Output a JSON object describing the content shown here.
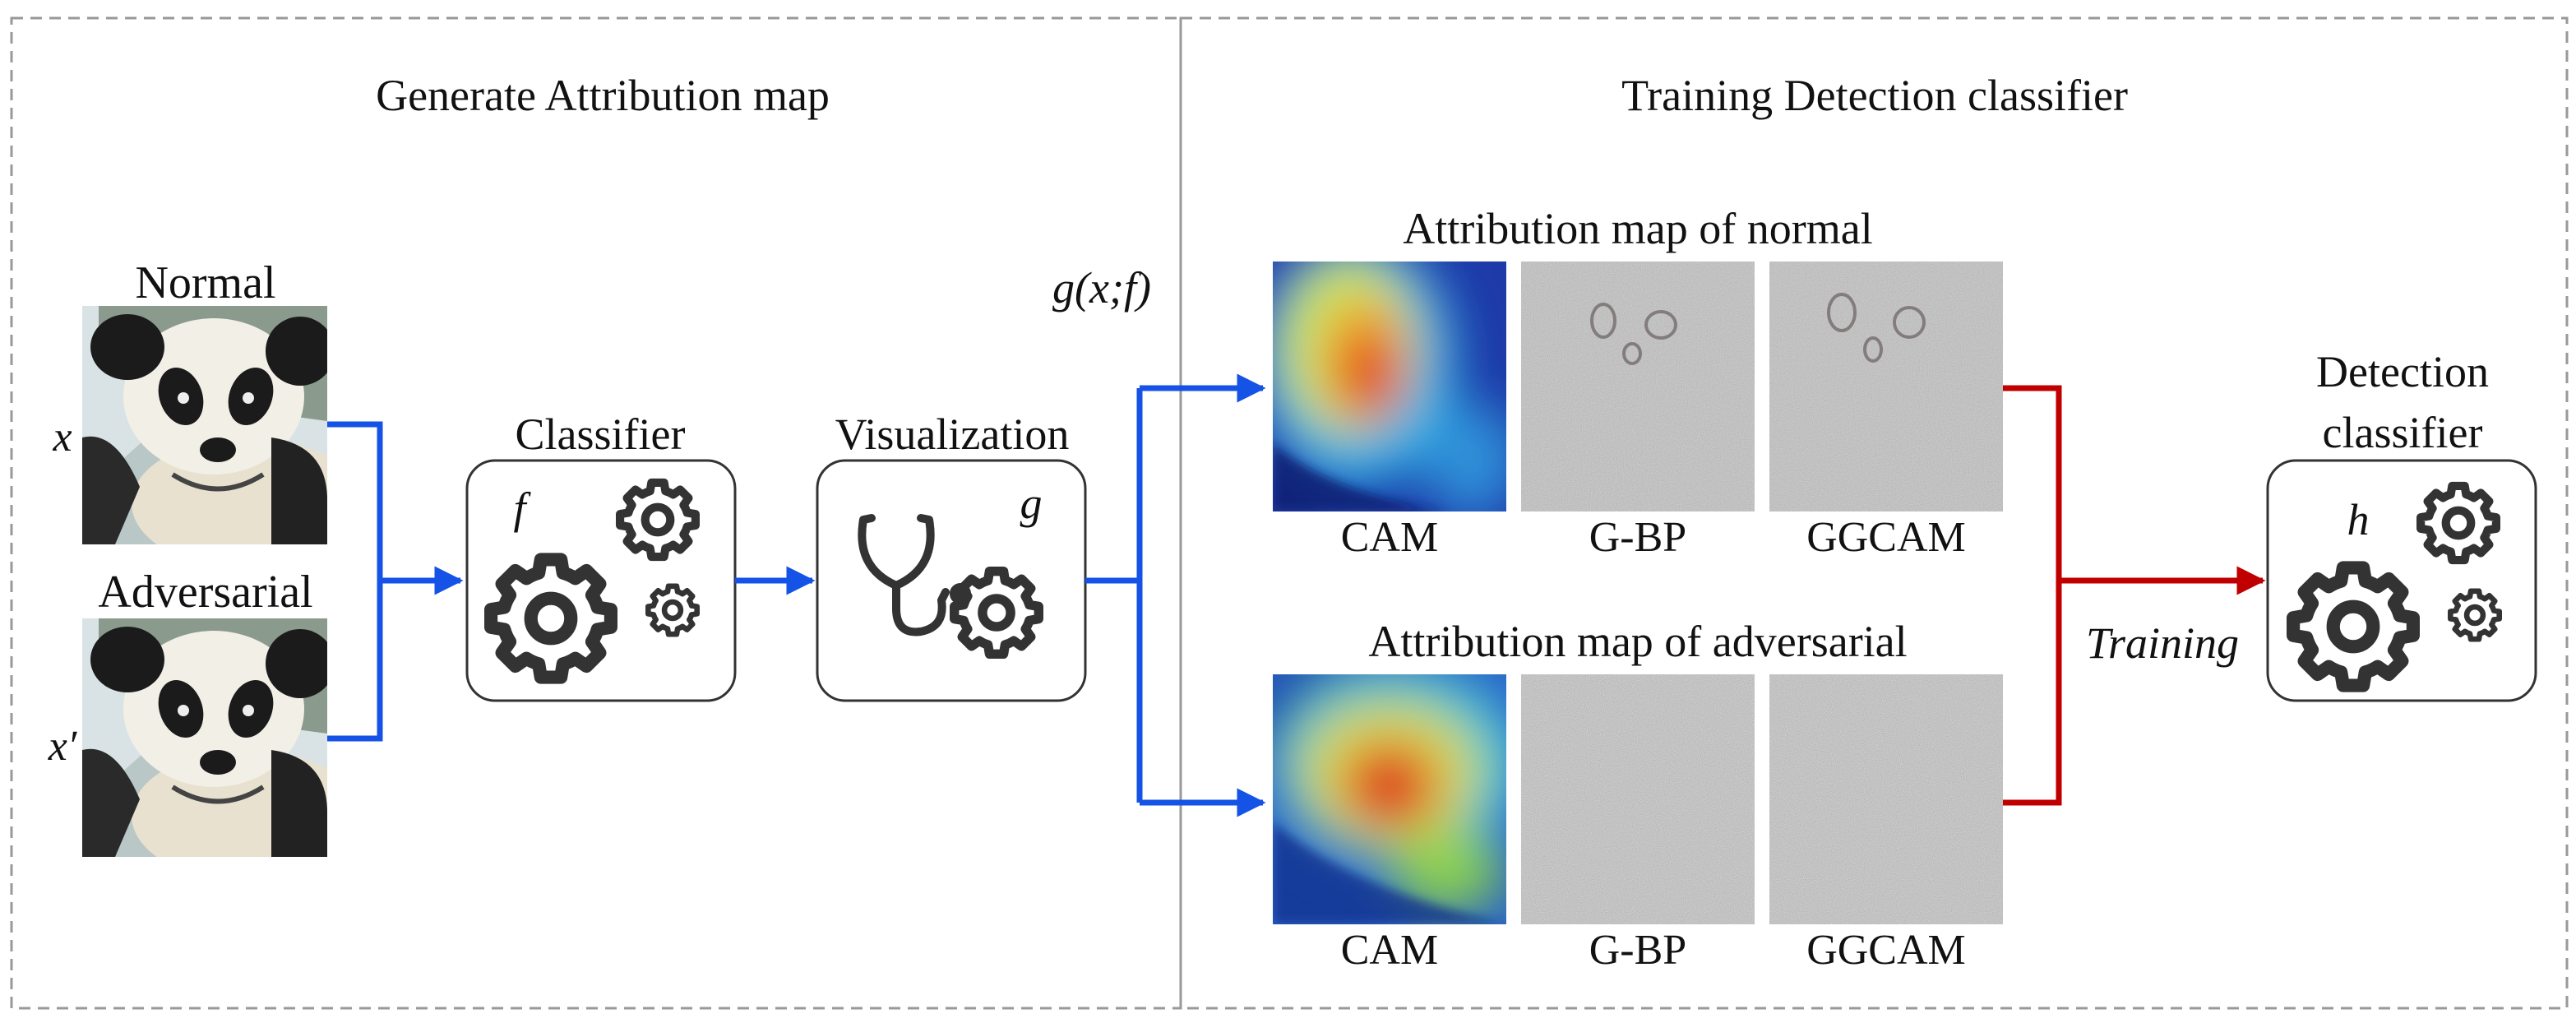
{
  "sections": {
    "left_title": "Generate Attribution map",
    "right_title": "Training Detection classifier"
  },
  "inputs": {
    "normal_label": "Normal",
    "normal_var": "x",
    "adversarial_label": "Adversarial",
    "adversarial_var": "x′"
  },
  "classifier": {
    "title": "Classifier",
    "symbol": "f",
    "icon": "gears-icon"
  },
  "visualization": {
    "title": "Visualization",
    "symbol": "g",
    "icon": "stethoscope-gear-icon"
  },
  "mapping_label": "g(x;f)",
  "normal_maps": {
    "title": "Attribution map of normal",
    "labels": [
      "CAM",
      "G-BP",
      "GGCAM"
    ]
  },
  "adversarial_maps": {
    "title": "Attribution map of adversarial",
    "labels": [
      "CAM",
      "G-BP",
      "GGCAM"
    ]
  },
  "training_label": "Training",
  "detector": {
    "title_line1": "Detection",
    "title_line2": "classifier",
    "symbol": "h",
    "icon": "gears-icon"
  },
  "colors": {
    "blue_arrow": "#1553e6",
    "red_arrow": "#c00000",
    "dashed_border": "#999999"
  }
}
